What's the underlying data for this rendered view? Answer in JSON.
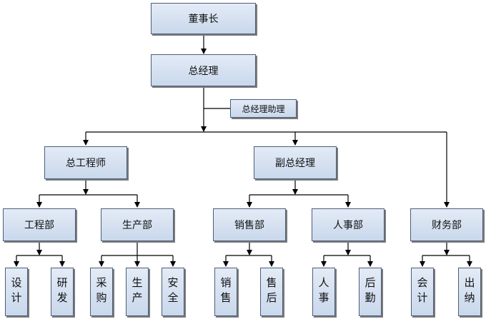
{
  "chairman": "董事长",
  "general_manager": "总经理",
  "gm_assistant": "总经理助理",
  "chief_engineer": "总工程师",
  "deputy_gm": "副总经理",
  "departments": {
    "engineering": "工程部",
    "production": "生产部",
    "sales": "销售部",
    "hr": "人事部",
    "finance": "财务部"
  },
  "sections": {
    "design": "设计",
    "research": "研发",
    "purchasing": "采购",
    "production": "生产",
    "safety": "安全",
    "sales": "销售",
    "after_sales": "售后",
    "personnel": "人事",
    "logistics": "后勤",
    "accounting": "会计",
    "cashier": "出纳"
  }
}
